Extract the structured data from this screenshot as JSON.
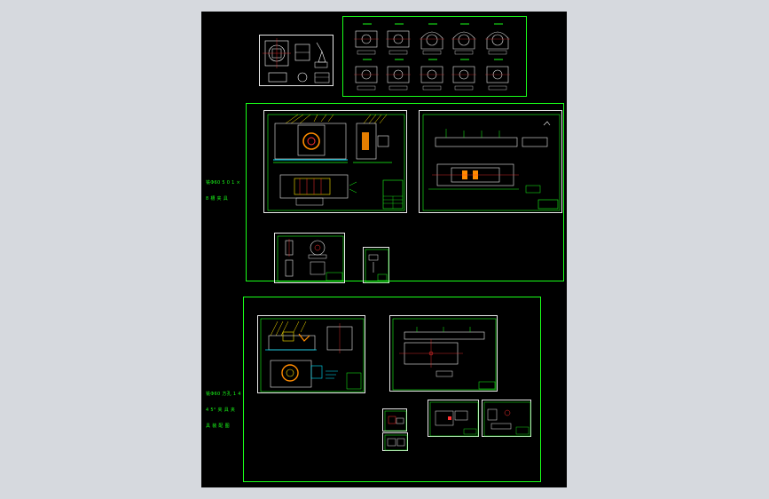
{
  "viewer": {
    "background_color": "#d6d9de",
    "canvas_color": "#000000",
    "frame_color": "#19ff19",
    "accent_yellow": "#ffe600",
    "accent_red": "#ff3030",
    "accent_cyan": "#00e5ff"
  },
  "groups": [
    {
      "label_line1": "铣Φ60 5 0 1 ×",
      "label_line2": "8 槽 夹 具"
    },
    {
      "label_line1": "铣Φ60 方孔 1 4",
      "label_line2": "4 5° 夹 具 夹",
      "label_line3": "具 装 配 图"
    }
  ]
}
